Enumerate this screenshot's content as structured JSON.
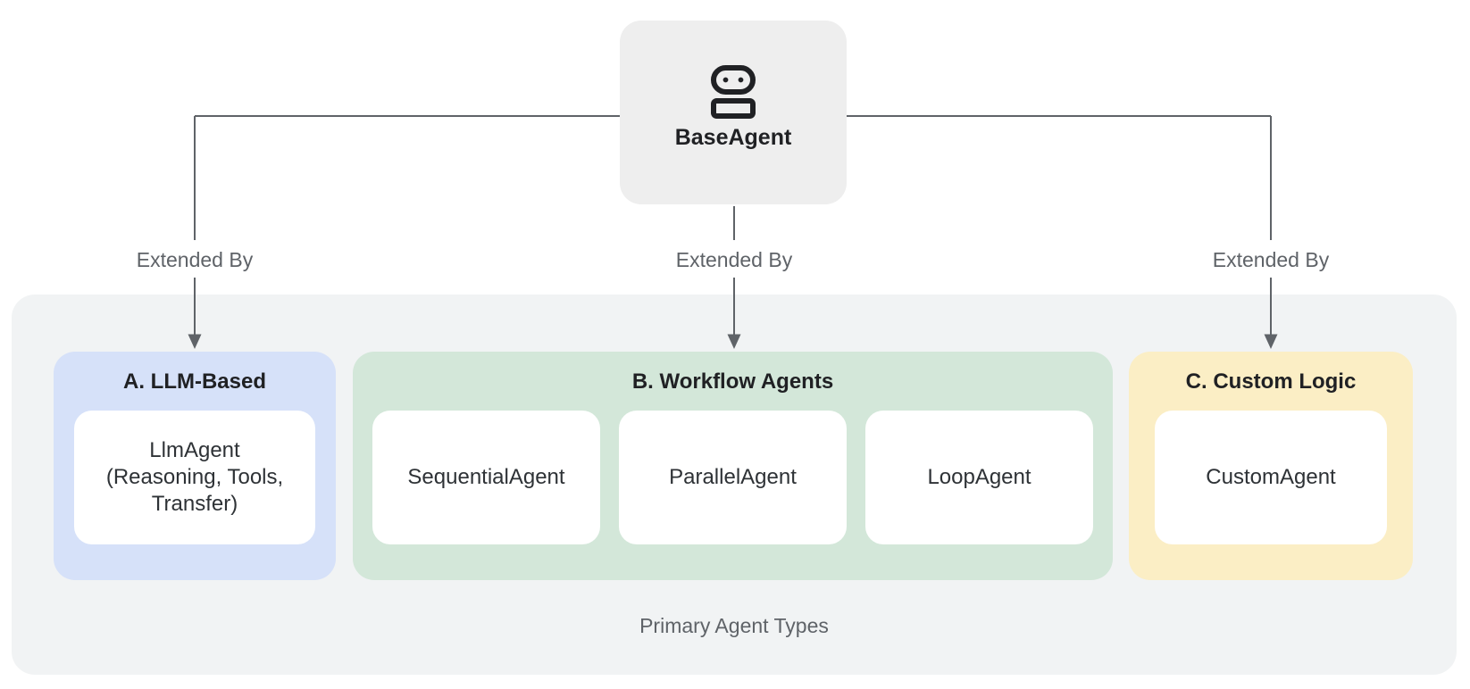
{
  "diagram": {
    "base": {
      "label": "BaseAgent",
      "icon": "robot-icon"
    },
    "edge_label": "Extended By",
    "caption": "Primary Agent Types",
    "groups": [
      {
        "title": "A. LLM-Based",
        "items": [
          {
            "lines": [
              "LlmAgent",
              "(Reasoning, Tools, Transfer)"
            ]
          }
        ]
      },
      {
        "title": "B. Workflow Agents",
        "items": [
          {
            "label": "SequentialAgent"
          },
          {
            "label": "ParallelAgent"
          },
          {
            "label": "LoopAgent"
          }
        ]
      },
      {
        "title": "C. Custom Logic",
        "items": [
          {
            "label": "CustomAgent"
          }
        ]
      }
    ]
  },
  "colors": {
    "page_background": "#ffffff",
    "container_background": "#f1f3f4",
    "base_node_background": "#eeeeee",
    "llm_based_background": "#d6e1f9",
    "workflow_background": "#d3e7d9",
    "custom_logic_background": "#fbeec5",
    "card_background": "#ffffff",
    "connector": "#5f6368",
    "heading_text": "#202124",
    "secondary_text": "#5f6368"
  }
}
